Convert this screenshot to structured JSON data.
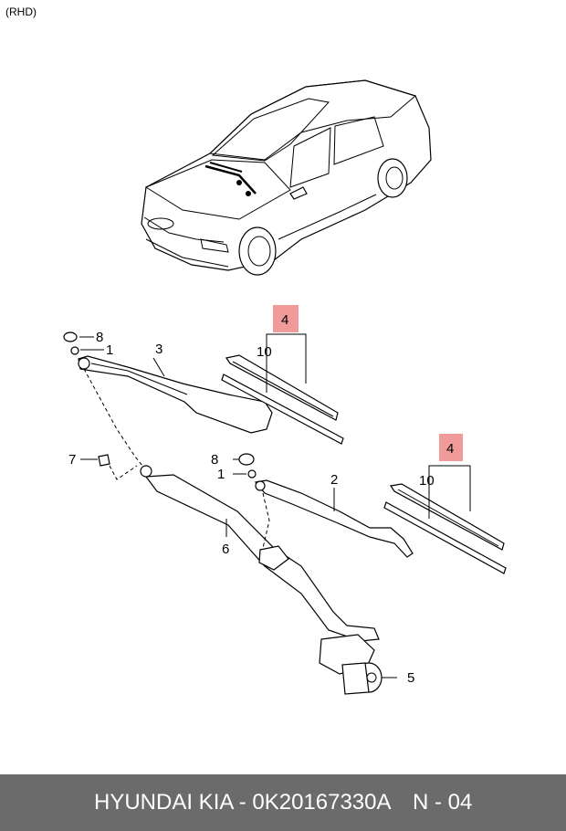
{
  "header": {
    "tag": "(RHD)"
  },
  "callouts": {
    "c8a": "8",
    "c1a": "1",
    "c3": "3",
    "c4a": "4",
    "c10a": "10",
    "c7": "7",
    "c8b": "8",
    "c1b": "1",
    "c2": "2",
    "c6": "6",
    "c4b": "4",
    "c10b": "10",
    "c5": "5"
  },
  "colors": {
    "highlight": "#f09a9a",
    "footer_bg": "#6b6b6b",
    "footer_text": "#ffffff"
  },
  "footer": {
    "brand": "HYUNDAI  KIA - 0K20167330A",
    "code": "N - 04"
  }
}
